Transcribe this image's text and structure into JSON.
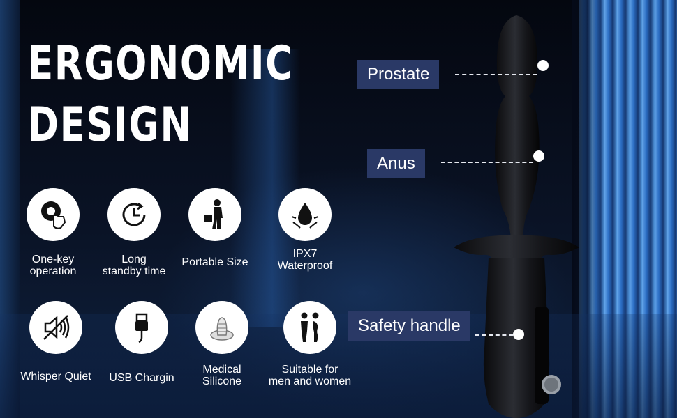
{
  "heading": {
    "line1": "ERGONOMIC",
    "line2": "DESIGN"
  },
  "features": [
    {
      "label_lines": [
        "One-key",
        "operation"
      ],
      "icon": "one-key-press-icon"
    },
    {
      "label_lines": [
        "Long",
        "standby time"
      ],
      "icon": "clock-icon"
    },
    {
      "label_lines": [
        "Portable Size"
      ],
      "icon": "portable-person-icon"
    },
    {
      "label_lines": [
        "IPX7",
        "Waterproof"
      ],
      "icon": "water-drop-icon"
    },
    {
      "label_lines": [
        "Whisper Quiet"
      ],
      "icon": "mute-speaker-icon"
    },
    {
      "label_lines": [
        "USB Chargin"
      ],
      "icon": "usb-cable-icon"
    },
    {
      "label_lines": [
        "Medical",
        "Silicone"
      ],
      "icon": "silicone-nipple-icon"
    },
    {
      "label_lines": [
        "Suitable for",
        "men and women"
      ],
      "icon": "couple-icon"
    }
  ],
  "callouts": {
    "prostate": "Prostate",
    "anus": "Anus",
    "safety_handle": "Safety handle"
  },
  "colors": {
    "callout_bg": "#2a3966",
    "text": "#ffffff",
    "background": "#050a18",
    "accent_blue": "#3a86e0"
  }
}
